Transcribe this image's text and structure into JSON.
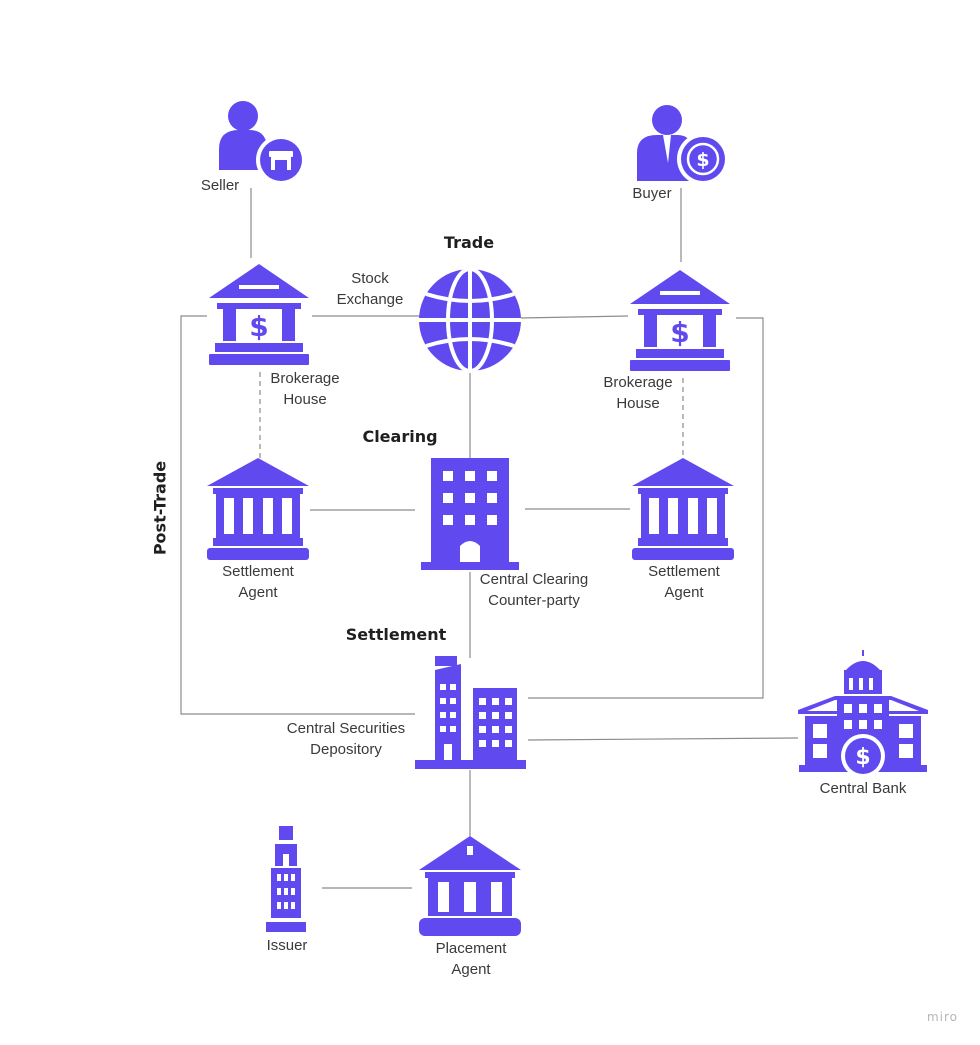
{
  "colors": {
    "icon": "#6049ef",
    "line": "#8c8c8c",
    "text": "#3a3a3a"
  },
  "sections": {
    "trade": "Trade",
    "clearing": "Clearing",
    "settlement": "Settlement",
    "post_trade": "Post-Trade"
  },
  "nodes": {
    "seller": {
      "line1": "Seller",
      "icon": "person-store-icon"
    },
    "buyer": {
      "line1": "Buyer",
      "icon": "person-dollar-icon"
    },
    "stock_exchange": {
      "line1": "Stock",
      "line2": "Exchange",
      "icon": "globe-icon"
    },
    "brokerage_left": {
      "line1": "Brokerage",
      "line2": "House",
      "icon": "bank-dollar-icon"
    },
    "brokerage_right": {
      "line1": "Brokerage",
      "line2": "House",
      "icon": "bank-dollar-icon"
    },
    "settlement_left": {
      "line1": "Settlement",
      "line2": "Agent",
      "icon": "bank-icon"
    },
    "settlement_right": {
      "line1": "Settlement",
      "line2": "Agent",
      "icon": "bank-icon"
    },
    "clearing": {
      "line1": "Central Clearing",
      "line2": "Counter-party",
      "icon": "office-building-icon"
    },
    "csd": {
      "line1": "Central Securities",
      "line2": "Depository",
      "icon": "city-buildings-icon"
    },
    "central_bank": {
      "line1": "Central Bank",
      "icon": "capitol-dollar-icon"
    },
    "issuer": {
      "line1": "Issuer",
      "icon": "skyscraper-icon"
    },
    "placement": {
      "line1": "Placement",
      "line2": "Agent",
      "icon": "bank-icon"
    }
  },
  "watermark": "miro"
}
